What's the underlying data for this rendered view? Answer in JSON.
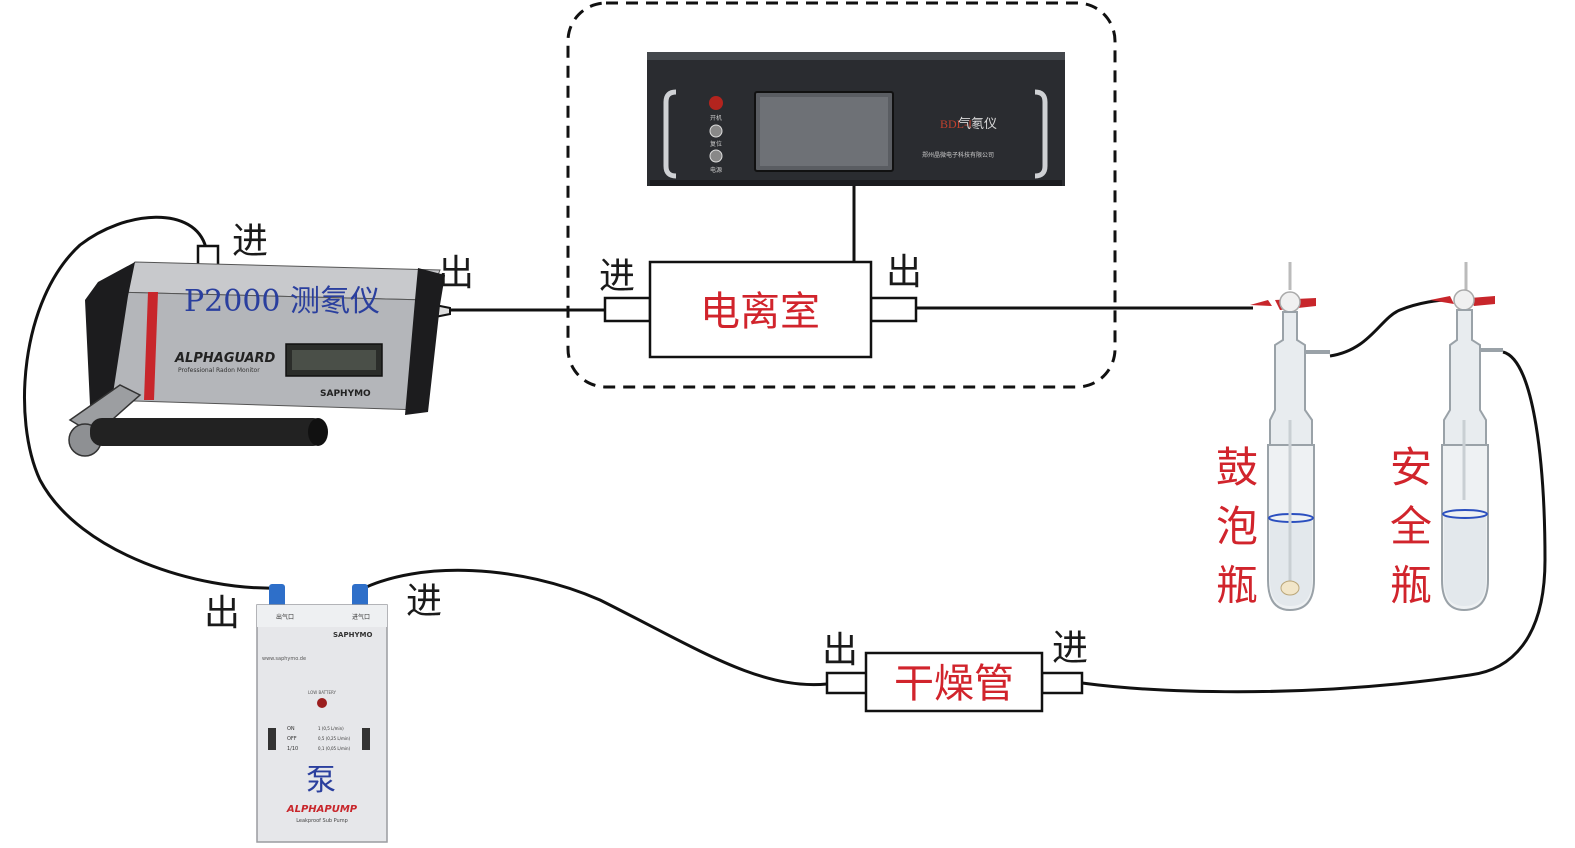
{
  "radon_meter": {
    "label": "P2000 测氡仪",
    "brand": "ALPHAGUARD",
    "subtitle": "Professional Radon Monitor",
    "maker": "SAPHYMO",
    "inlet_label": "进",
    "outlet_label": "出"
  },
  "ionization_chamber": {
    "label": "电离室",
    "inlet_label": "进",
    "outlet_label": "出"
  },
  "radon_instrument": {
    "model": "BDL-I",
    "name": "气氡仪",
    "company": "郑州晶微电子科技有限公司",
    "btn1": "开机",
    "btn2": "复位",
    "btn3": "电源"
  },
  "bubbler": {
    "label_chars": [
      "鼓",
      "泡",
      "瓶"
    ]
  },
  "safety_bottle": {
    "label_chars": [
      "安",
      "全",
      "瓶"
    ]
  },
  "drying_tube": {
    "label": "干燥管",
    "inlet_label": "进",
    "outlet_label": "出"
  },
  "pump": {
    "label": "泵",
    "brand": "ALPHAPUMP",
    "subtitle": "Leakproof Sub Pump",
    "maker": "SAPHYMO",
    "website": "www.saphymo.de",
    "port_out": "出气口",
    "port_in": "进气口",
    "switch_on": "ON",
    "switch_off": "OFF",
    "switch_1_10": "1/10",
    "flow1": "1 (0,5 L/min)",
    "flow2": "0,5 (0,25 L/min)",
    "flow3": "0,1 (0,05 L/min)",
    "battery": "LOW BATTERY",
    "inlet_label": "进",
    "outlet_label": "出"
  },
  "colors": {
    "red_text": "#d1242c",
    "blue_text": "#2a3f9e",
    "line": "#111111"
  }
}
